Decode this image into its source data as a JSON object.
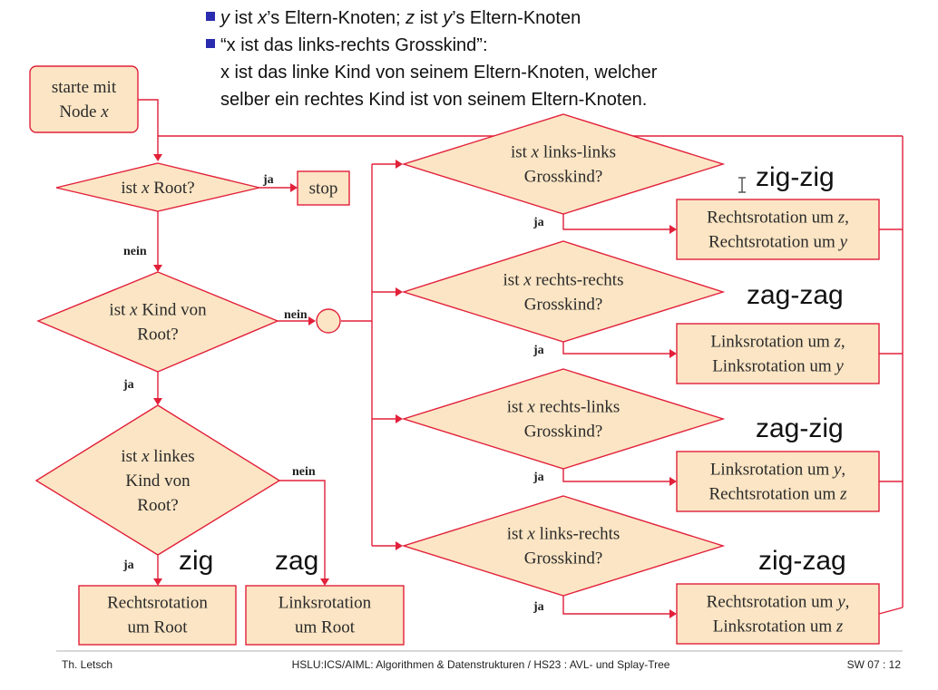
{
  "header": {
    "bullet1": [
      {
        "t": "y",
        "i": true
      },
      {
        "t": " ist ",
        "i": false
      },
      {
        "t": "x",
        "i": true
      },
      {
        "t": "’s Eltern-Knoten; ",
        "i": false
      },
      {
        "t": "z",
        "i": true
      },
      {
        "t": " ist ",
        "i": false
      },
      {
        "t": "y",
        "i": true
      },
      {
        "t": "’s Eltern-Knoten",
        "i": false
      }
    ],
    "bullet2": "“x ist das links-rechts Grosskind”:",
    "line3": "x ist das linke Kind von seinem Eltern-Knoten, welcher",
    "line4": "selber ein rechtes Kind ist von seinem Eltern-Knoten."
  },
  "flow": {
    "start": [
      [
        {
          "t": "starte mit",
          "i": false
        }
      ],
      [
        {
          "t": "Node ",
          "i": false
        },
        {
          "t": "x",
          "i": true
        }
      ]
    ],
    "is_root": [
      [
        {
          "t": "ist ",
          "i": false
        },
        {
          "t": "x",
          "i": true
        },
        {
          "t": " Root?",
          "i": false
        }
      ]
    ],
    "stop": [
      [
        {
          "t": "stop",
          "i": false
        }
      ]
    ],
    "child_of_root": [
      [
        {
          "t": "ist ",
          "i": false
        },
        {
          "t": "x",
          "i": true
        },
        {
          "t": " Kind von",
          "i": false
        }
      ],
      [
        {
          "t": "Root?",
          "i": false
        }
      ]
    ],
    "left_child_root": [
      [
        {
          "t": "ist ",
          "i": false
        },
        {
          "t": "x",
          "i": true
        },
        {
          "t": " linkes",
          "i": false
        }
      ],
      [
        {
          "t": "Kind von",
          "i": false
        }
      ],
      [
        {
          "t": "Root?",
          "i": false
        }
      ]
    ],
    "rot_right_root": [
      [
        {
          "t": "Rechtsrotation",
          "i": false
        }
      ],
      [
        {
          "t": "um Root",
          "i": false
        }
      ]
    ],
    "rot_left_root": [
      [
        {
          "t": "Linksrotation",
          "i": false
        }
      ],
      [
        {
          "t": "um Root",
          "i": false
        }
      ]
    ],
    "ll": [
      [
        {
          "t": "ist ",
          "i": false
        },
        {
          "t": "x",
          "i": true
        },
        {
          "t": " links-links",
          "i": false
        }
      ],
      [
        {
          "t": "Grosskind?",
          "i": false
        }
      ]
    ],
    "rr": [
      [
        {
          "t": "ist ",
          "i": false
        },
        {
          "t": "x",
          "i": true
        },
        {
          "t": " rechts-rechts",
          "i": false
        }
      ],
      [
        {
          "t": "Grosskind?",
          "i": false
        }
      ]
    ],
    "rl": [
      [
        {
          "t": "ist ",
          "i": false
        },
        {
          "t": "x",
          "i": true
        },
        {
          "t": " rechts-links",
          "i": false
        }
      ],
      [
        {
          "t": "Grosskind?",
          "i": false
        }
      ]
    ],
    "lr": [
      [
        {
          "t": "ist ",
          "i": false
        },
        {
          "t": "x",
          "i": true
        },
        {
          "t": " links-rechts",
          "i": false
        }
      ],
      [
        {
          "t": "Grosskind?",
          "i": false
        }
      ]
    ],
    "act_zigzig": [
      [
        {
          "t": "Rechtsrotation um ",
          "i": false
        },
        {
          "t": "z",
          "i": true
        },
        {
          "t": ",",
          "i": false
        }
      ],
      [
        {
          "t": "Rechtsrotation um ",
          "i": false
        },
        {
          "t": "y",
          "i": true
        }
      ]
    ],
    "act_zagzag": [
      [
        {
          "t": "Linksrotation um ",
          "i": false
        },
        {
          "t": "z",
          "i": true
        },
        {
          "t": ",",
          "i": false
        }
      ],
      [
        {
          "t": "Linksrotation um ",
          "i": false
        },
        {
          "t": "y",
          "i": true
        }
      ]
    ],
    "act_zagzig": [
      [
        {
          "t": "Linksrotation um ",
          "i": false
        },
        {
          "t": "y",
          "i": true
        },
        {
          "t": ",",
          "i": false
        }
      ],
      [
        {
          "t": "Rechtsrotation um ",
          "i": false
        },
        {
          "t": "z",
          "i": true
        }
      ]
    ],
    "act_zigzag": [
      [
        {
          "t": "Rechtsrotation um ",
          "i": false
        },
        {
          "t": "y",
          "i": true
        },
        {
          "t": ",",
          "i": false
        }
      ],
      [
        {
          "t": "Linksrotation um ",
          "i": false
        },
        {
          "t": "z",
          "i": true
        }
      ]
    ]
  },
  "edge_labels": {
    "ja": "ja",
    "nein": "nein"
  },
  "cases": {
    "zig": "zig",
    "zag": "zag",
    "zigzig": "zig-zig",
    "zagzag": "zag-zag",
    "zagzig": "zag-zig",
    "zigzag": "zig-zag"
  },
  "footer": {
    "author": "Th. Letsch",
    "course": "HSLU:ICS/AIML: Algorithmen & Datenstrukturen / HS23 : AVL- und Splay-Tree",
    "page": "SW 07 : 12"
  },
  "colors": {
    "line": "#e2203a",
    "fill": "#fbe5c4",
    "bullet": "#2b2bb0"
  }
}
